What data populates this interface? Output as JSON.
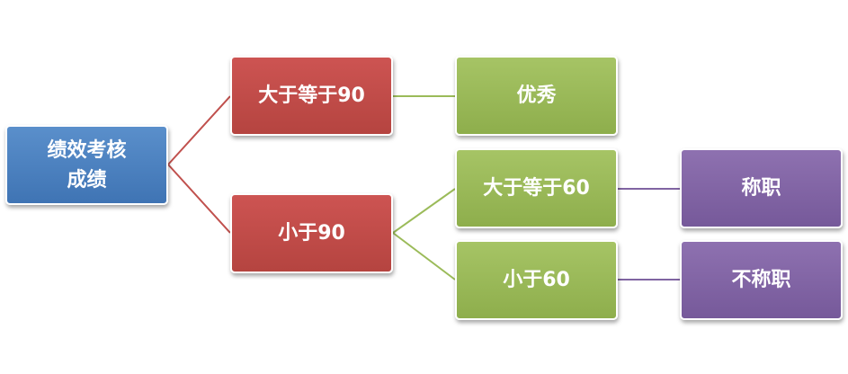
{
  "colors": {
    "level1": "#4f81bd",
    "level2": "#c0504d",
    "level3": "#9bbb59",
    "level4": "#8064a2"
  },
  "nodes": {
    "root": {
      "line1": "绩效考核",
      "line2": "成绩"
    },
    "gte90": "大于等于90",
    "lt90": "小于90",
    "excellent": "优秀",
    "gte60": "大于等于60",
    "lt60": "小于60",
    "competent": "称职",
    "incompetent": "不称职"
  }
}
